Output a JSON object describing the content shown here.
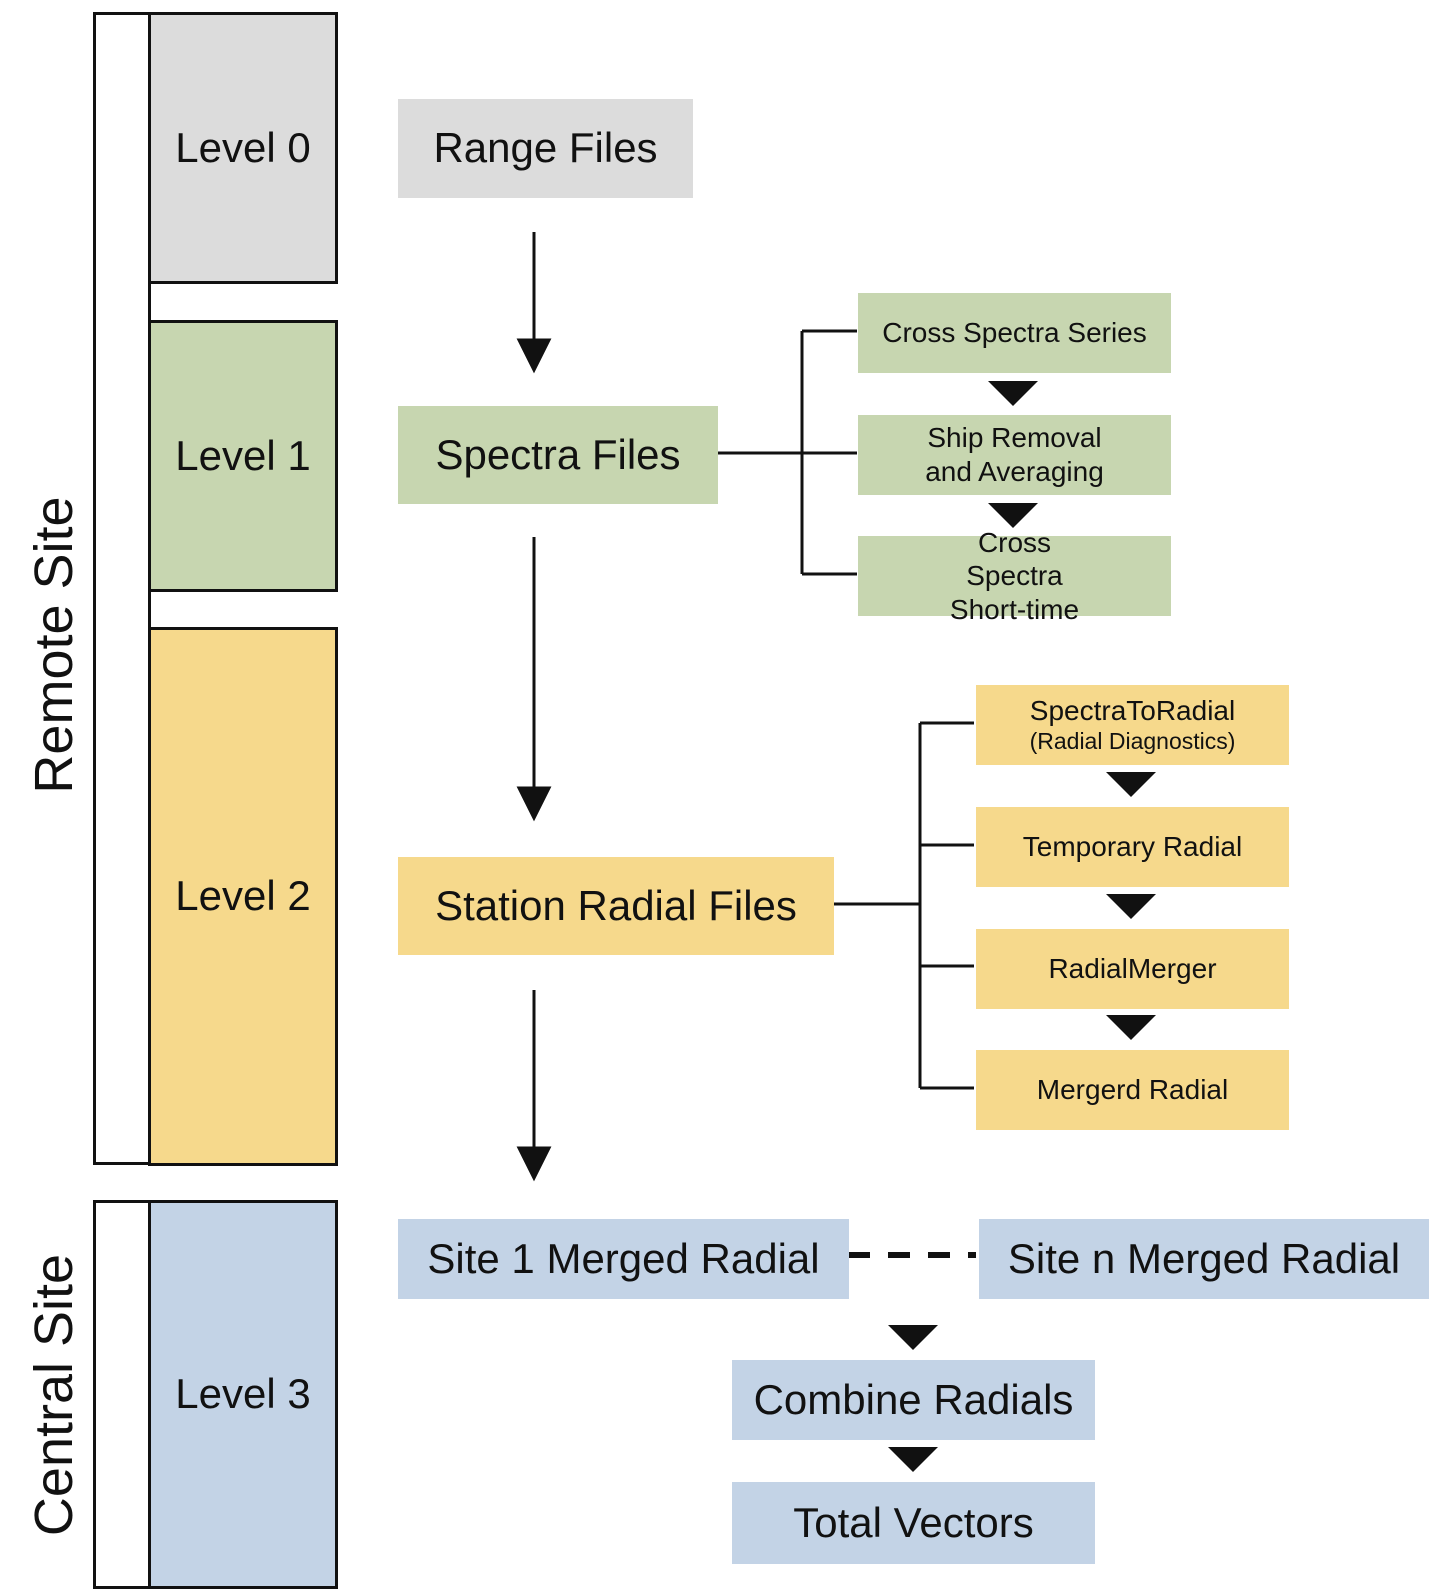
{
  "colors": {
    "level0": "#dcdcdc",
    "level1": "#c7d6b0",
    "level2": "#f6d98c",
    "level3": "#c3d3e6",
    "line": "#111111"
  },
  "sites": {
    "remote": "Remote Site",
    "central": "Central Site"
  },
  "levels": {
    "l0": "Level 0",
    "l1": "Level 1",
    "l2": "Level 2",
    "l3": "Level 3"
  },
  "main_flow": {
    "range": "Range Files",
    "spectra": "Spectra Files",
    "station": "Station Radial Files",
    "site1": "Site 1 Merged Radial",
    "siten": "Site n Merged Radial",
    "combine": "Combine Radials",
    "total": "Total Vectors"
  },
  "spectra_steps": {
    "s1": "Cross Spectra Series",
    "s2": "Ship Removal and Averaging",
    "s3": "Cross Spectra Short-time"
  },
  "radial_steps": {
    "r1": "SpectraToRadial",
    "r1_note": "(Radial Diagnostics)",
    "r2": "Temporary Radial",
    "r3": "RadialMerger",
    "r4": "Mergerd Radial"
  }
}
